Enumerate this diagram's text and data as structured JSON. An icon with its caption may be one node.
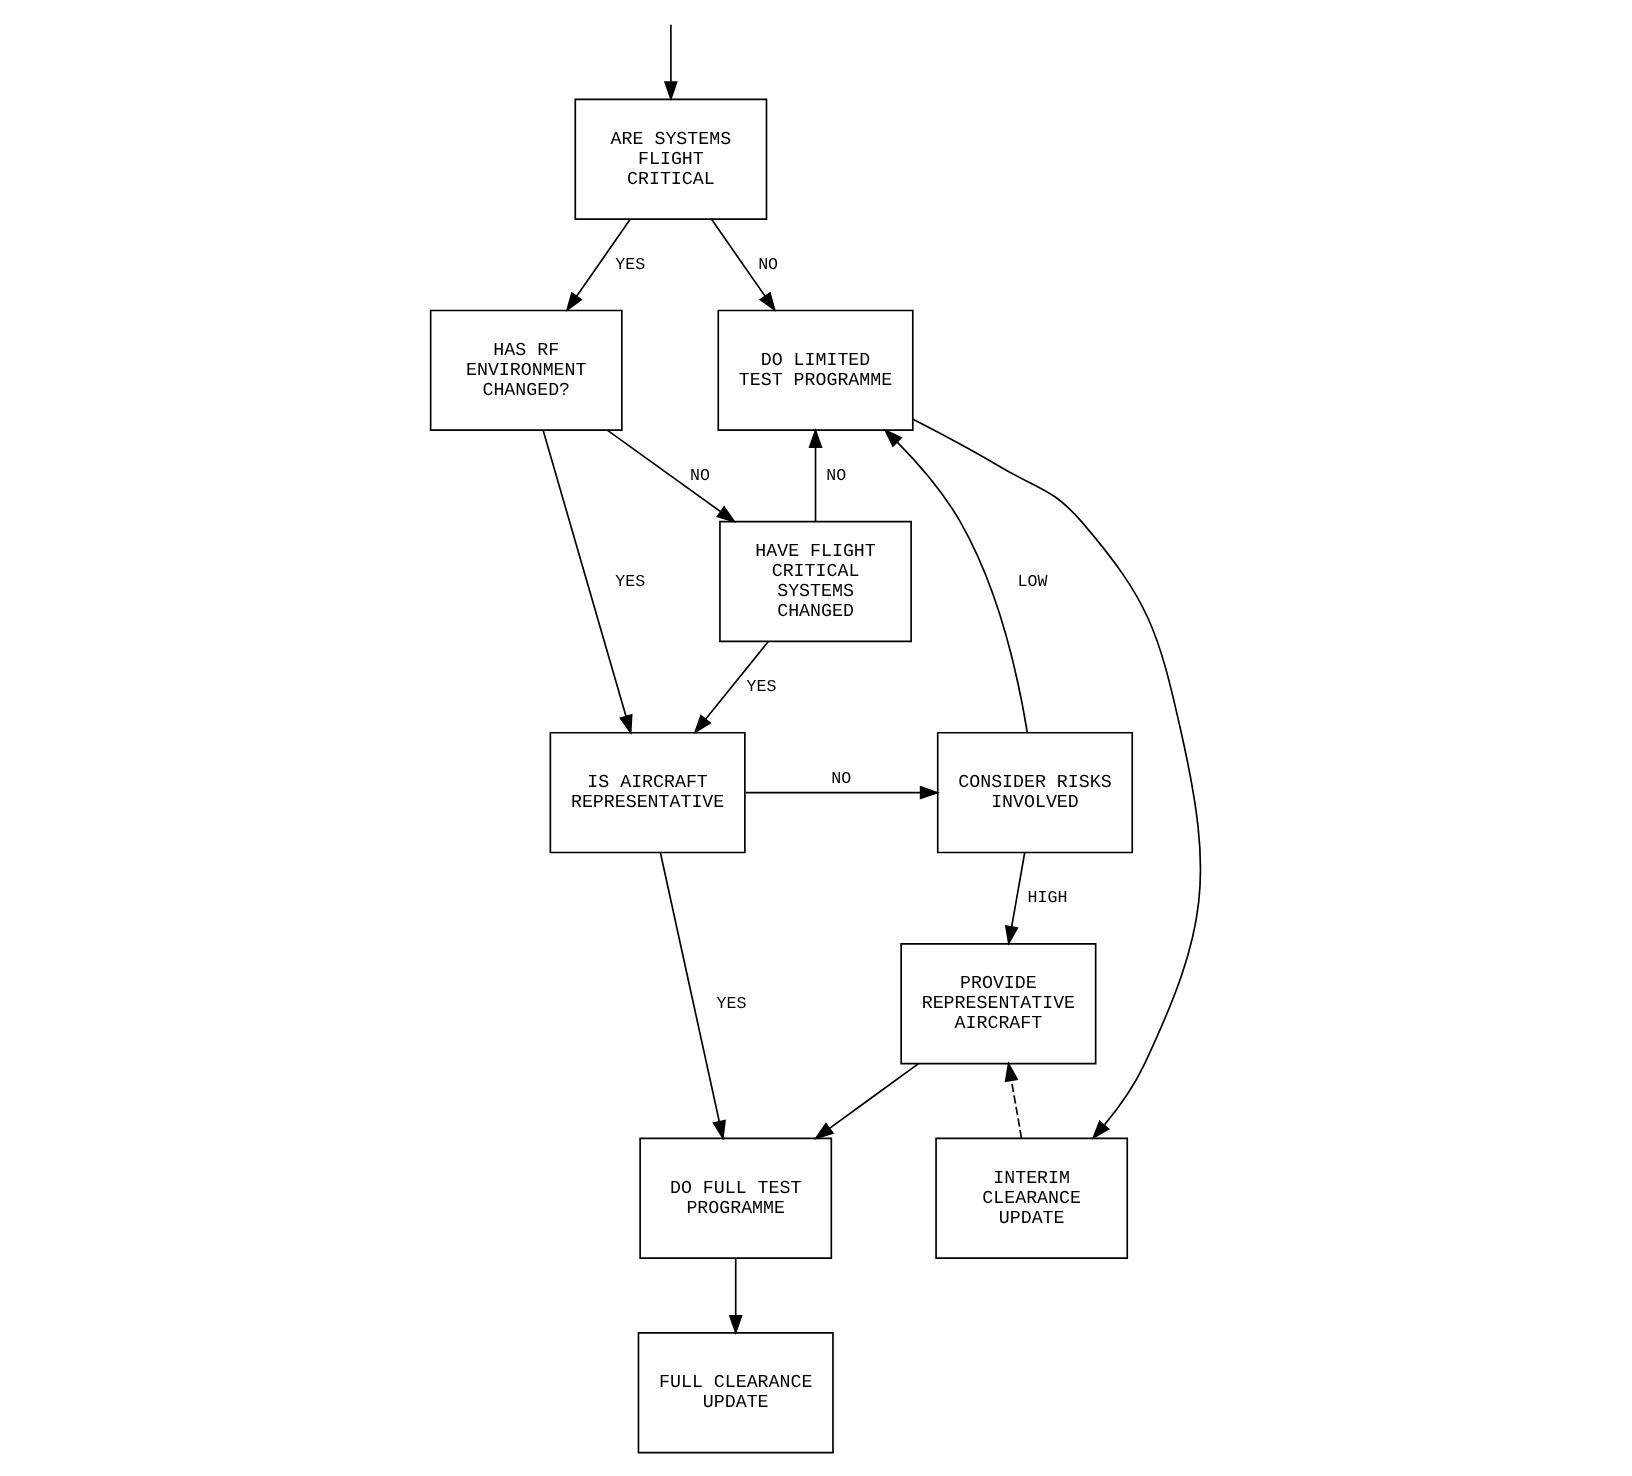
{
  "diagram": {
    "nodes": [
      {
        "text": [
          "ARE SYSTEMS FLIGHT CRITICAL"
        ]
      },
      {
        "text": [
          "HAS RF ENVIRONMENT CHANGED?"
        ]
      },
      {
        "text": [
          "DO LIMITED TEST PROGRAMME"
        ]
      },
      {
        "text": [
          "HAVE FLIGHT CRITICAL SYSTEMS CHANGED"
        ]
      },
      {
        "text": [
          "IS AIRCRAFT REPRESENTATIVE"
        ]
      },
      {
        "text": [
          "CONSIDER RISKS INVOLVED"
        ]
      },
      {
        "text": [
          "PROVIDE REPRESENTATIVE AIRCRAFT"
        ]
      },
      {
        "text": [
          "DO FULL TEST PROGRAMME"
        ]
      },
      {
        "text": [
          "INTERIM CLEARANCE UPDATE"
        ]
      },
      {
        "text": [
          "FULL CLEARANCE UPDATE"
        ]
      }
    ],
    "edges": [
      {
        "from": null,
        "to": 0,
        "arrow": "to"
      },
      {
        "from": 0,
        "to": 1,
        "arrow": "to",
        "label": "YES"
      },
      {
        "from": 0,
        "to": 2,
        "arrow": "to",
        "label": "NO"
      },
      {
        "from": 1,
        "to": 3,
        "arrow": "to",
        "label": "NO"
      },
      {
        "from": 1,
        "to": 4,
        "arrow": "to",
        "label": "YES"
      },
      {
        "from": 3,
        "to": 2,
        "arrow": "to",
        "label": "NO"
      },
      {
        "from": 3,
        "to": 4,
        "arrow": "to",
        "label": "YES"
      },
      {
        "from": 4,
        "to": 5,
        "arrow": "to",
        "label": "NO"
      },
      {
        "from": 5,
        "to": 2,
        "arrow": "to",
        "label": "LOW"
      },
      {
        "from": 5,
        "to": 6,
        "arrow": "to",
        "label": "HIGH"
      },
      {
        "from": 4,
        "to": 7,
        "arrow": "to",
        "label": "YES"
      },
      {
        "from": 6,
        "to": 7,
        "arrow": "to"
      },
      {
        "from": 8,
        "to": 6,
        "arrow": "to",
        "style": "dashed"
      },
      {
        "from": 2,
        "to": 8,
        "arrow": "to"
      },
      {
        "from": 7,
        "to": 9,
        "arrow": "to"
      }
    ]
  }
}
